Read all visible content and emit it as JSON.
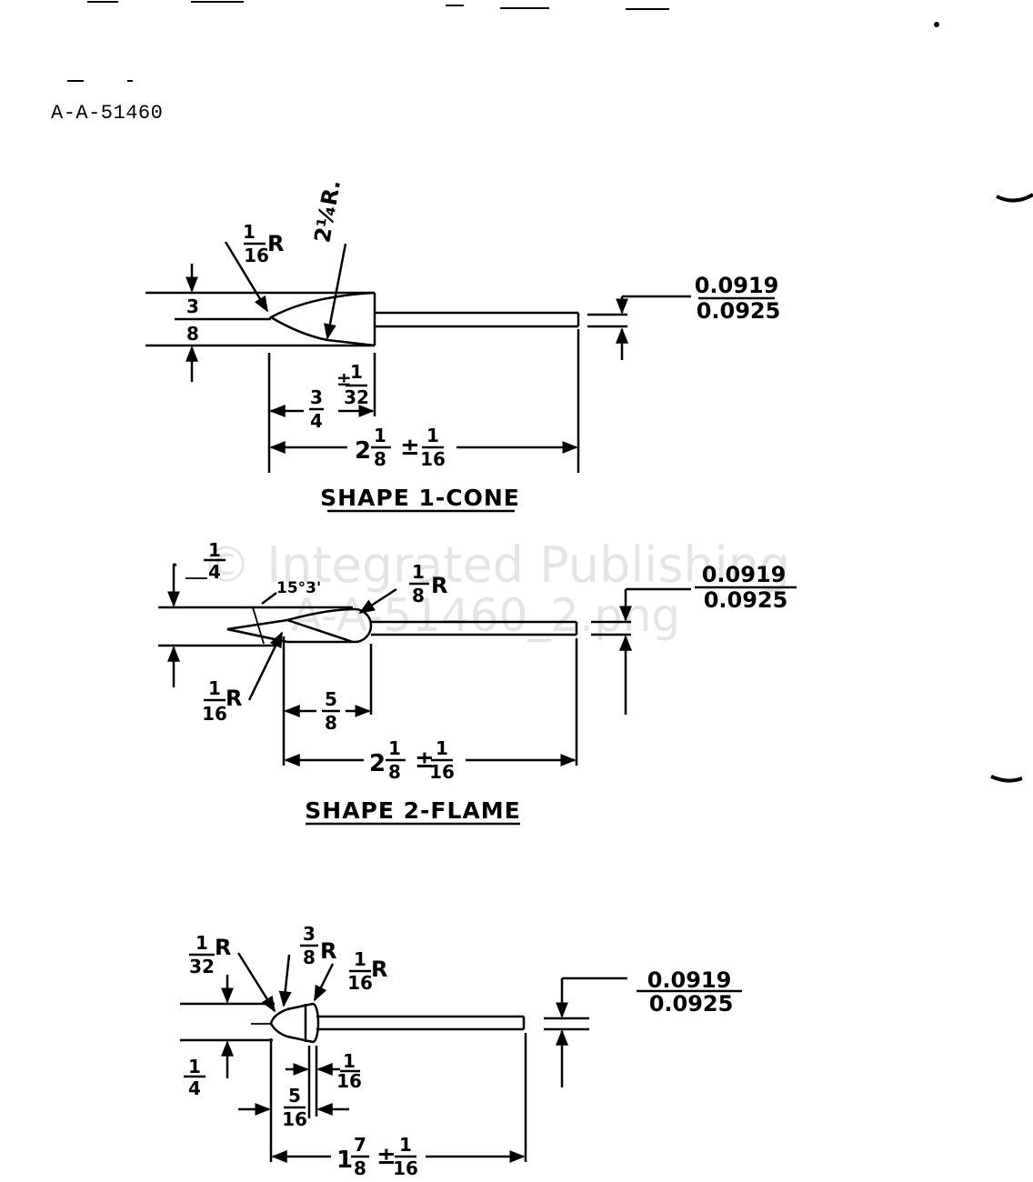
{
  "document": {
    "id": "A-A-51460"
  },
  "watermark": {
    "line1": "© Integrated Publishing",
    "line2": "A-A-51460_2.png"
  },
  "shape1": {
    "caption": "SHAPE 1-CONE",
    "radius_tip": {
      "num": "1",
      "den": "16",
      "suffix": "R"
    },
    "radius_side": "2¼R.",
    "head_diameter": {
      "num": "3",
      "den": "8"
    },
    "head_length": {
      "num": "3",
      "den": "4",
      "tol": "±",
      "tol_num": "1",
      "tol_den": "32"
    },
    "overall_length": {
      "whole": "2",
      "num": "1",
      "den": "8",
      "tol": "±",
      "tol_num": "1",
      "tol_den": "16"
    },
    "shank_dia": {
      "max": "0.0919",
      "min": "0.0925"
    }
  },
  "shape2": {
    "caption": "SHAPE 2-FLAME",
    "head_diameter": {
      "num": "1",
      "den": "4"
    },
    "angle": "15°3'",
    "radius_end": {
      "num": "1",
      "den": "8",
      "suffix": "R"
    },
    "radius_tip": {
      "num": "1",
      "den": "16",
      "suffix": "R"
    },
    "head_length": {
      "num": "5",
      "den": "8"
    },
    "overall_length": {
      "whole": "2",
      "num": "1",
      "den": "8",
      "tol": "±",
      "tol_num": "1",
      "tol_den": "16"
    },
    "shank_dia": {
      "max": "0.0919",
      "min": "0.0925"
    }
  },
  "shape3": {
    "radius_tip": {
      "num": "1",
      "den": "32",
      "suffix": "R"
    },
    "radius_mid": {
      "num": "3",
      "den": "8",
      "suffix": "R"
    },
    "radius_end": {
      "num": "1",
      "den": "16",
      "suffix": "R"
    },
    "head_diameter": {
      "num": "1",
      "den": "4"
    },
    "end_length": {
      "num": "1",
      "den": "16"
    },
    "head_length": {
      "num": "5",
      "den": "16"
    },
    "overall_length": {
      "whole": "1",
      "num": "7",
      "den": "8",
      "tol": "±",
      "tol_num": "1",
      "tol_den": "16"
    },
    "shank_dia": {
      "max": "0.0919",
      "min": "0.0925"
    }
  }
}
